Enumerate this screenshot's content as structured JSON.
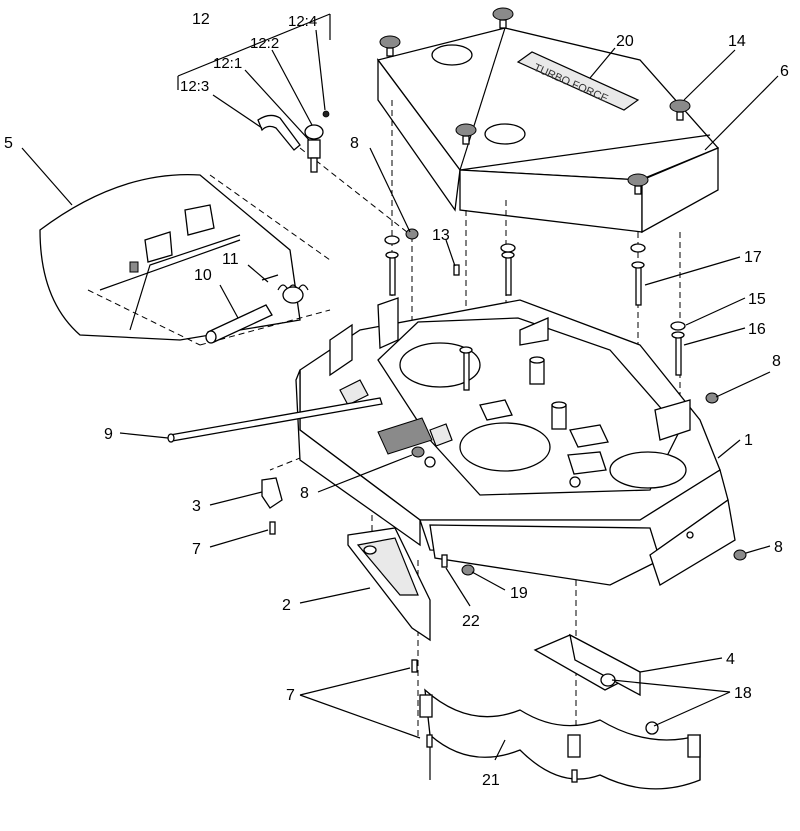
{
  "callouts": [
    {
      "id": "c1",
      "text": "1"
    },
    {
      "id": "c2",
      "text": "2"
    },
    {
      "id": "c3",
      "text": "3"
    },
    {
      "id": "c4",
      "text": "4"
    },
    {
      "id": "c5",
      "text": "5"
    },
    {
      "id": "c6",
      "text": "6"
    },
    {
      "id": "c7a",
      "text": "7"
    },
    {
      "id": "c7b",
      "text": "7"
    },
    {
      "id": "c8a",
      "text": "8"
    },
    {
      "id": "c8b",
      "text": "8"
    },
    {
      "id": "c8c",
      "text": "8"
    },
    {
      "id": "c8d",
      "text": "8"
    },
    {
      "id": "c9",
      "text": "9"
    },
    {
      "id": "c10",
      "text": "10"
    },
    {
      "id": "c11",
      "text": "11"
    },
    {
      "id": "c12",
      "text": "12"
    },
    {
      "id": "c12_1",
      "text": "12:1"
    },
    {
      "id": "c12_2",
      "text": "12:2"
    },
    {
      "id": "c12_3",
      "text": "12:3"
    },
    {
      "id": "c12_4",
      "text": "12:4"
    },
    {
      "id": "c13",
      "text": "13"
    },
    {
      "id": "c14",
      "text": "14"
    },
    {
      "id": "c15",
      "text": "15"
    },
    {
      "id": "c16",
      "text": "16"
    },
    {
      "id": "c17",
      "text": "17"
    },
    {
      "id": "c18",
      "text": "18"
    },
    {
      "id": "c19",
      "text": "19"
    },
    {
      "id": "c20",
      "text": "20"
    },
    {
      "id": "c21",
      "text": "21"
    },
    {
      "id": "c22",
      "text": "22"
    }
  ],
  "cover_logo_text": "TURBO FORCE"
}
